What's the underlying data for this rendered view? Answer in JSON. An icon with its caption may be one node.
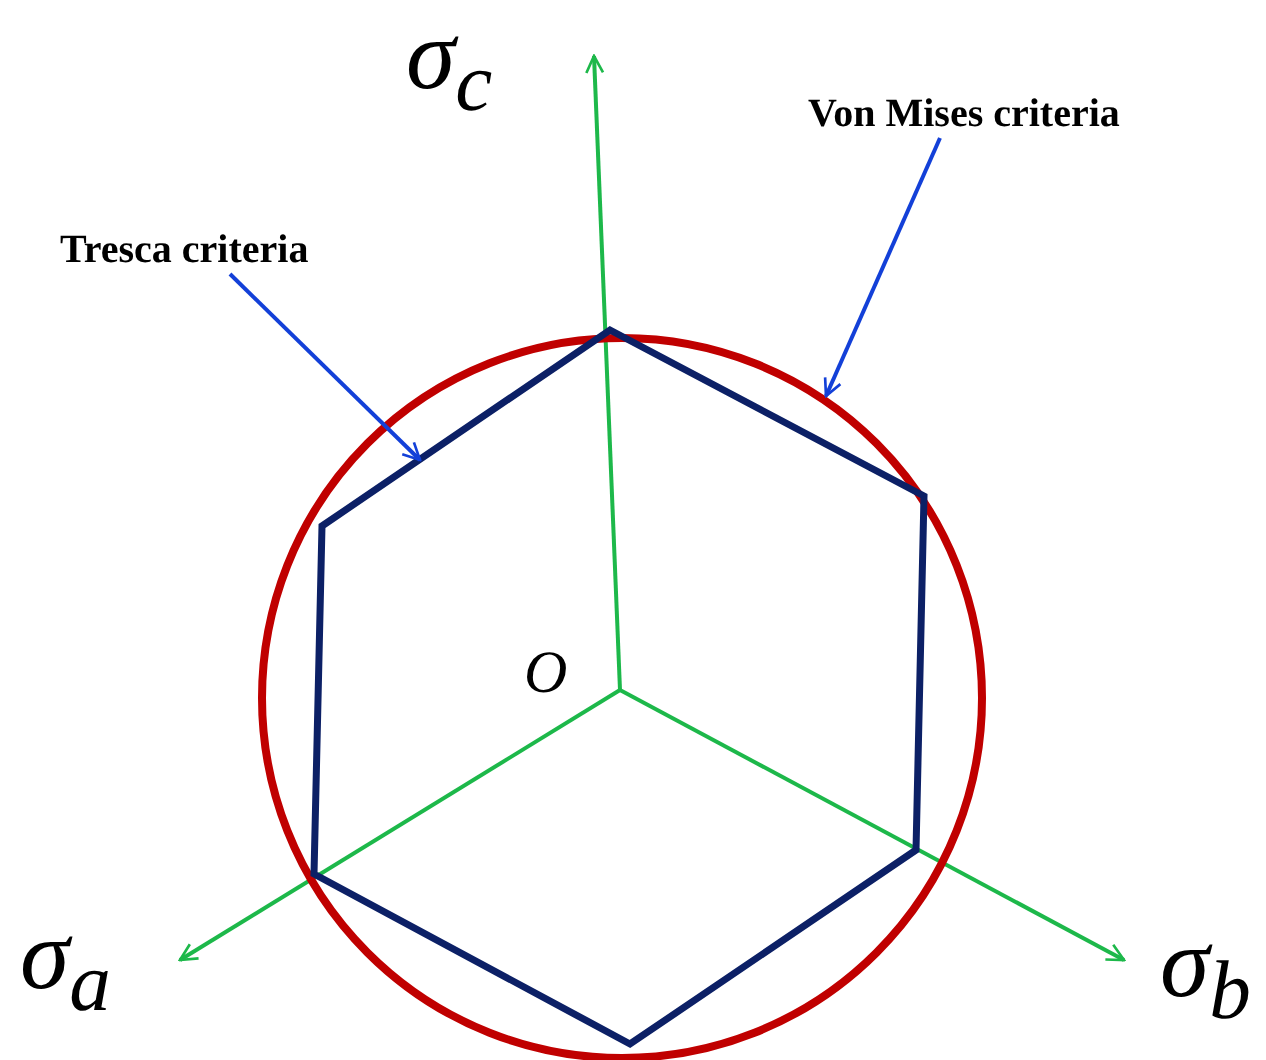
{
  "diagram": {
    "nodes": [
      {
        "text": [
          "Tresca criteria"
        ]
      },
      {
        "text": [],
        "shape": "circle"
      },
      {
        "text": [],
        "shape": "hexagon",
        "in": 1
      },
      {
        "text": [
          "Von Mises criteria"
        ]
      }
    ],
    "edges": [
      {
        "from": 0,
        "to": 2,
        "arrow": "to"
      },
      {
        "from": 3,
        "to": 1,
        "arrow": "to"
      }
    ],
    "labels": [
      "σ$_{c}$",
      "O",
      "σ$_{a}$",
      "σ$_{b}$"
    ]
  }
}
